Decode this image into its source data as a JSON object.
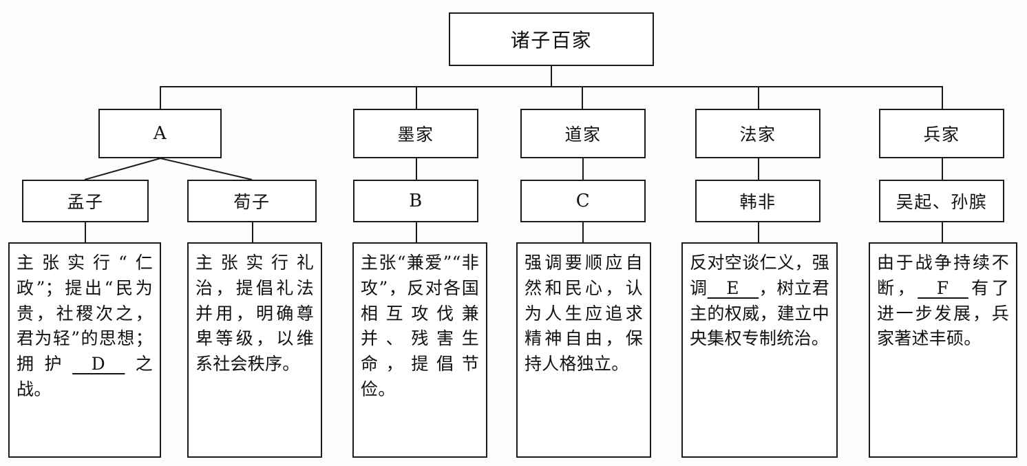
{
  "diagram": {
    "title": "诸子百家",
    "root": {
      "label": "诸子百家"
    },
    "schools": [
      {
        "label": "A"
      },
      {
        "label": "墨家"
      },
      {
        "label": "道家"
      },
      {
        "label": "法家"
      },
      {
        "label": "兵家"
      }
    ],
    "persons": [
      {
        "label": "孟子"
      },
      {
        "label": "荀子"
      },
      {
        "label": "B"
      },
      {
        "label": "C"
      },
      {
        "label": "韩非"
      },
      {
        "label": "吴起、孙膑"
      }
    ],
    "descriptions": [
      {
        "pre": "主张实行“仁政”；提出“民为贵，社稷次之，君为轻”的思想；拥护",
        "blank": "D",
        "post": "之战。"
      },
      {
        "pre": "主张实行礼治，提倡礼法并用，明确尊卑等级，以维系社会秩序。",
        "blank": "",
        "post": ""
      },
      {
        "pre": "主张“兼爱”“非攻”，反对各国相互攻伐兼并、残害生命，提倡节俭。",
        "blank": "",
        "post": ""
      },
      {
        "pre": "强调要顺应自然和民心，认为人生应追求精神自由，保持人格独立。",
        "blank": "",
        "post": ""
      },
      {
        "pre": "反对空谈仁义，强调",
        "blank": "E",
        "post": "，树立君主的权威，建立中央集权专制统治。"
      },
      {
        "pre": "由于战争持续不断，",
        "blank": "F",
        "post": "有了进一步发展，兵家著述丰硕。"
      }
    ],
    "colors": {
      "ink": "#1b1b1b",
      "paper": "#fdfdfc",
      "box_fill": "#ffffff"
    }
  }
}
